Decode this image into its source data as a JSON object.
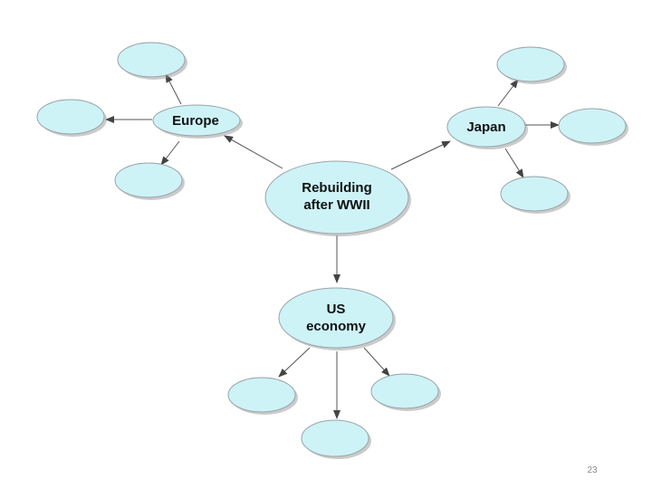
{
  "colors": {
    "node_fill": "#cdf3f7",
    "node_stroke": "#9aa3a8",
    "node_shadow": "#8c8c8c",
    "arrow": "#444444"
  },
  "nodes": {
    "center": {
      "lines": [
        "Rebuilding",
        "after WWII"
      ]
    },
    "europe": {
      "lines": [
        "Europe"
      ]
    },
    "japan": {
      "lines": [
        "Japan"
      ]
    },
    "us": {
      "lines": [
        "US",
        "economy"
      ]
    }
  },
  "page": {
    "number": "23"
  }
}
